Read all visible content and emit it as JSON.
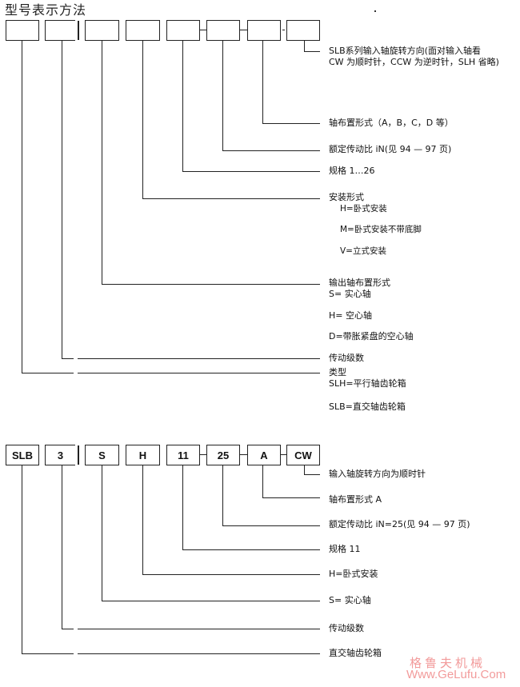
{
  "title": "型号表示方法",
  "template_diagram": {
    "boxes": [
      "",
      "",
      "",
      "",
      "",
      "",
      "",
      ""
    ],
    "labels": {
      "rotation": [
        "SLB系列输入轴旋转方向(面对输入轴看",
        "CW 为顺时针，CCW 为逆时针，SLH 省略)"
      ],
      "shaft_arrangement": "轴布置形式（A，B，C，D 等）",
      "ratio": "额定传动比 iN(见 94 — 97 页)",
      "size": "规格   1…26",
      "mounting": {
        "heading": "安装形式",
        "options": [
          "H=卧式安装",
          "M=卧式安装不带底脚",
          "V=立式安装"
        ]
      },
      "output_shaft": {
        "heading": "输出轴布置形式",
        "options": [
          "S= 实心轴",
          "H= 空心轴",
          "D=带胀紧盘的空心轴"
        ]
      },
      "stages": "传动级数",
      "type": {
        "heading": "类型",
        "options": [
          "SLH=平行轴齿轮箱",
          "SLB=直交轴齿轮箱"
        ]
      }
    }
  },
  "example_diagram": {
    "boxes": [
      "SLB",
      "3",
      "S",
      "H",
      "11",
      "25",
      "A",
      "CW"
    ],
    "labels": {
      "rotation": "输入轴旋转方向为顺时针",
      "shaft_arrangement": "轴布置形式 A",
      "ratio": "额定传动比  iN=25(见 94 — 97 页)",
      "size": "规格 11",
      "mounting": "H=卧式安装",
      "output_shaft": "S= 实心轴",
      "stages": "传动级数",
      "type": "直交轴齿轮箱"
    }
  },
  "watermark": {
    "cn": "格鲁夫机械",
    "en": "Www.GeLufu.Com",
    "color": "#f29b9b"
  }
}
